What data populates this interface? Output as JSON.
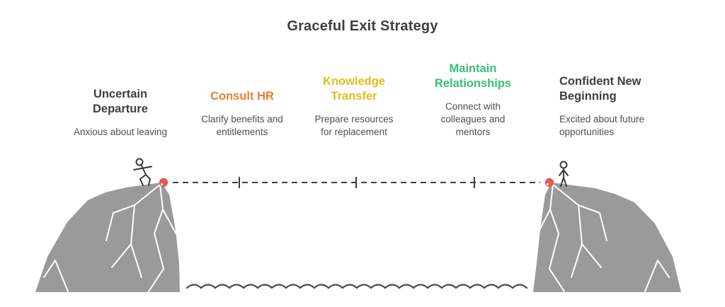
{
  "title": "Graceful Exit Strategy",
  "stages": [
    {
      "label": "Uncertain Departure",
      "description": "Anxious about leaving",
      "color": "#3f3f3f"
    },
    {
      "label": "Consult HR",
      "description": "Clarify benefits and entitlements",
      "color": "#e67e33"
    },
    {
      "label": "Knowledge Transfer",
      "description": "Prepare resources for replacement",
      "color": "#e0be1a"
    },
    {
      "label": "Maintain Relationships",
      "description": "Connect with colleagues and mentors",
      "color": "#36c275"
    },
    {
      "label": "Confident New Beginning",
      "description": "Excited about future opportunities",
      "color": "#3f3f3f"
    }
  ],
  "scene": {
    "cliff_color": "#9a9a9a",
    "crack_color": "#ffffff",
    "path_color": "#3f3f3f",
    "figure_color": "#3a3a3a",
    "figure_head_fill": "#ffffff",
    "marker_color": "#e4584e",
    "marker_sparkle_color": "#ffffff",
    "wave_color": "#4a4a4a"
  }
}
